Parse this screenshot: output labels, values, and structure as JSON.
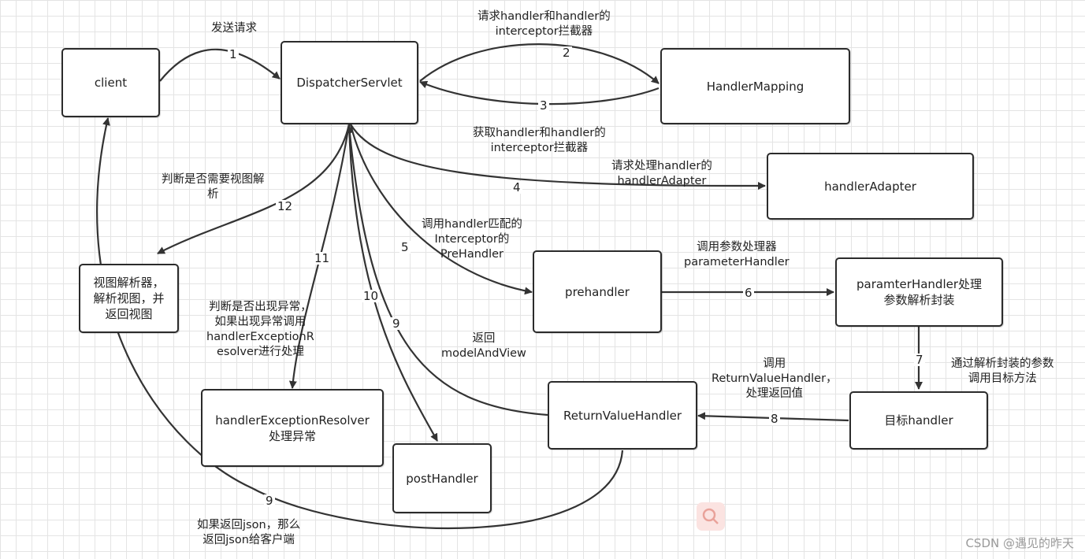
{
  "nodes": {
    "client": "client",
    "dispatcher": "DispatcherServlet",
    "handler_mapping": "HandlerMapping",
    "handler_adapter": "handlerAdapter",
    "view_resolver": "视图解析器，\n解析视图，并\n返回视图",
    "prehandler": "prehandler",
    "param_handler": "paramterHandler处理\n参数解析封装",
    "exception_resolver": "handlerExceptionResolver\n处理异常",
    "post_handler": "postHandler",
    "return_value_handler": "ReturnValueHandler",
    "target_handler": "目标handler"
  },
  "labels": {
    "send_request": "发送请求",
    "request_interceptor": "请求handler和handler的\ninterceptor拦截器",
    "get_interceptor": "获取handler和handler的\ninterceptor拦截器",
    "request_adapter": "请求处理handler的\nhandlerAdapter",
    "need_view": "判断是否需要视图解\n析",
    "call_interceptor": "调用handler匹配的\nInterceptor的\nPreHandler",
    "call_param": "调用参数处理器\nparameterHandler",
    "check_exception": "判断是否出现异常，\n如果出现异常调用\nhandlerExceptionR\nesolver进行处理",
    "return_mav": "返回\nmodelAndView",
    "call_return": "调用\nReturnValueHandler，\n处理返回值",
    "call_target": "通过解析封装的参数\n调用目标方法",
    "json_return": "如果返回json，那么\n返回json给客户端"
  },
  "steps": {
    "s1": "1",
    "s2": "2",
    "s3": "3",
    "s4": "4",
    "s5": "5",
    "s6": "6",
    "s7": "7",
    "s8": "8",
    "s9a": "9",
    "s9b": "9",
    "s10": "10",
    "s11": "11",
    "s12": "12"
  },
  "watermark": "CSDN @遇见的昨天",
  "colors": {
    "stroke": "#333333",
    "grid": "#e4e4e4",
    "box_border": "#2b2b2b"
  }
}
